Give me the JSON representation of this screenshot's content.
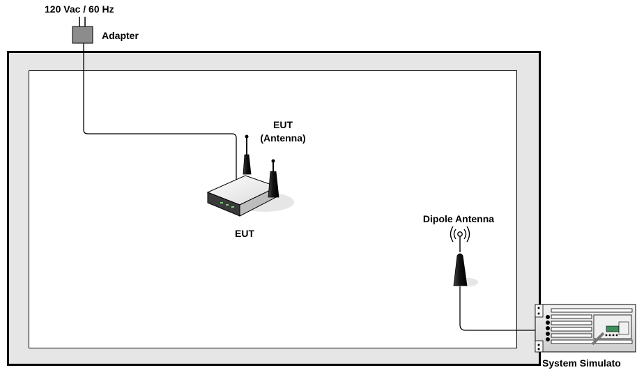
{
  "labels": {
    "power_source": "120 Vac / 60 Hz",
    "adapter": "Adapter",
    "eut_antenna_line1": "EUT",
    "eut_antenna_line2": "(Antenna)",
    "eut": "EUT",
    "dipole_antenna": "Dipole Antenna",
    "system_simulator": "System Simulato"
  },
  "icons": {
    "adapter": "power-adapter-icon",
    "router": "wireless-router-icon",
    "dipole": "dipole-antenna-icon",
    "radio_waves": "radio-waves-icon",
    "simulator": "rack-equipment-icon"
  },
  "colors": {
    "chamber_wall": "#e6e6e6",
    "outline": "#000000",
    "adapter_fill": "#8c8c8c",
    "antenna_dark": "#1a1a1a"
  }
}
